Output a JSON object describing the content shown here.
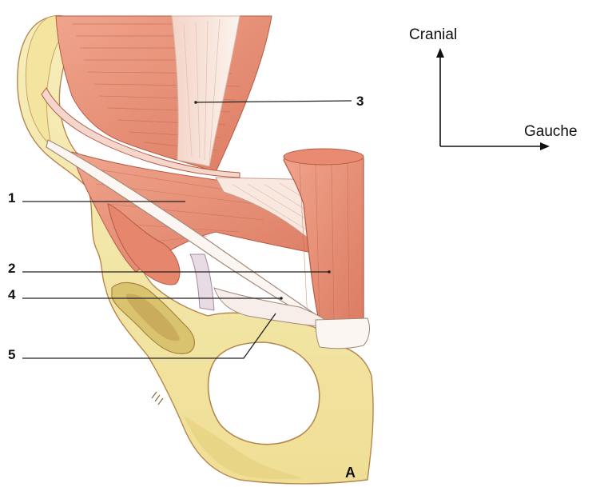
{
  "figure": {
    "panel_letter": "A",
    "orientation": {
      "up_label": "Cranial",
      "right_label": "Gauche"
    },
    "callouts": [
      {
        "id": "1",
        "text": "1"
      },
      {
        "id": "2",
        "text": "2"
      },
      {
        "id": "3",
        "text": "3"
      },
      {
        "id": "4",
        "text": "4"
      },
      {
        "id": "5",
        "text": "5"
      }
    ],
    "colors": {
      "muscle": "#e8917a",
      "muscle_dark": "#c7664f",
      "tendon": "#f6ece6",
      "bone": "#f2e6a6",
      "bone_shadow": "#d9c36f",
      "outline": "#b5874f"
    }
  }
}
